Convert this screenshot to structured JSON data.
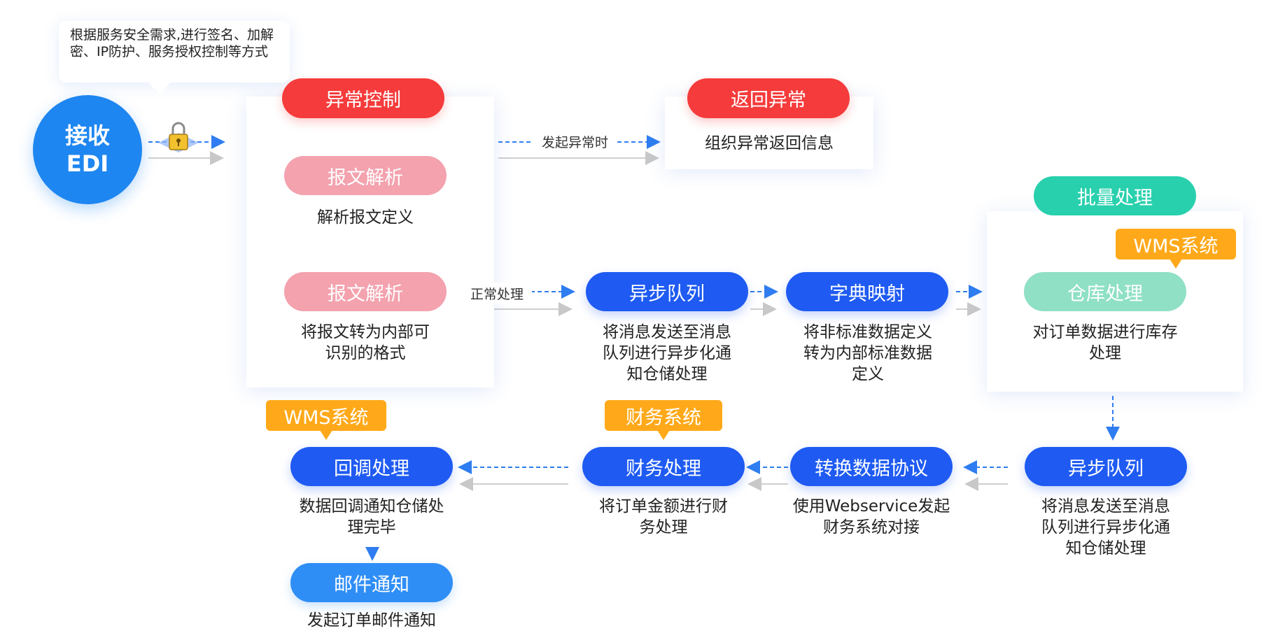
{
  "start": {
    "line1": "接收",
    "line2": "EDI"
  },
  "callout": {
    "text": "根据服务安全需求,进行签名、加解密、IP防护、服务授权控制等方式"
  },
  "exception_panel": {
    "title": "异常控制",
    "parse1": {
      "label": "报文解析",
      "desc": "解析报文定义"
    },
    "parse2": {
      "label": "报文解析",
      "desc": "将报文转为内部可识别的格式"
    }
  },
  "return_exception": {
    "label": "返回异常",
    "desc": "组织异常返回信息"
  },
  "edge_labels": {
    "on_exception": "发起异常时",
    "normal": "正常处理"
  },
  "async_queue_1": {
    "label": "异步队列",
    "desc": "将消息发送至消息队列进行异步化通知仓储处理"
  },
  "dict_mapping": {
    "label": "字典映射",
    "desc": "将非标准数据定义转为内部标准数据定义"
  },
  "batch_panel": {
    "title": "批量处理",
    "tag": "WMS系统",
    "warehouse": {
      "label": "仓库处理",
      "desc": "对订单数据进行库存处理"
    }
  },
  "async_queue_2": {
    "label": "异步队列",
    "desc": "将消息发送至消息队列进行异步化通知仓储处理"
  },
  "protocol_convert": {
    "label": "转换数据协议",
    "desc": "使用Webservice发起财务系统对接"
  },
  "finance": {
    "tag": "财务系统",
    "label": "财务处理",
    "desc": "将订单金额进行财务处理"
  },
  "callback": {
    "tag": "WMS系统",
    "label": "回调处理",
    "desc": "数据回调通知仓储处理完毕"
  },
  "email": {
    "label": "邮件通知",
    "desc": "发起订单邮件通知"
  },
  "colors": {
    "red": "#f53b3b",
    "pink": "#f3a2ae",
    "blue": "#1f5bf2",
    "teal": "#29d0ad",
    "mint": "#8fe0c4",
    "orange": "#ffa91a",
    "circle": "#1e86f0"
  },
  "icons": {
    "lock": "lock-icon"
  }
}
